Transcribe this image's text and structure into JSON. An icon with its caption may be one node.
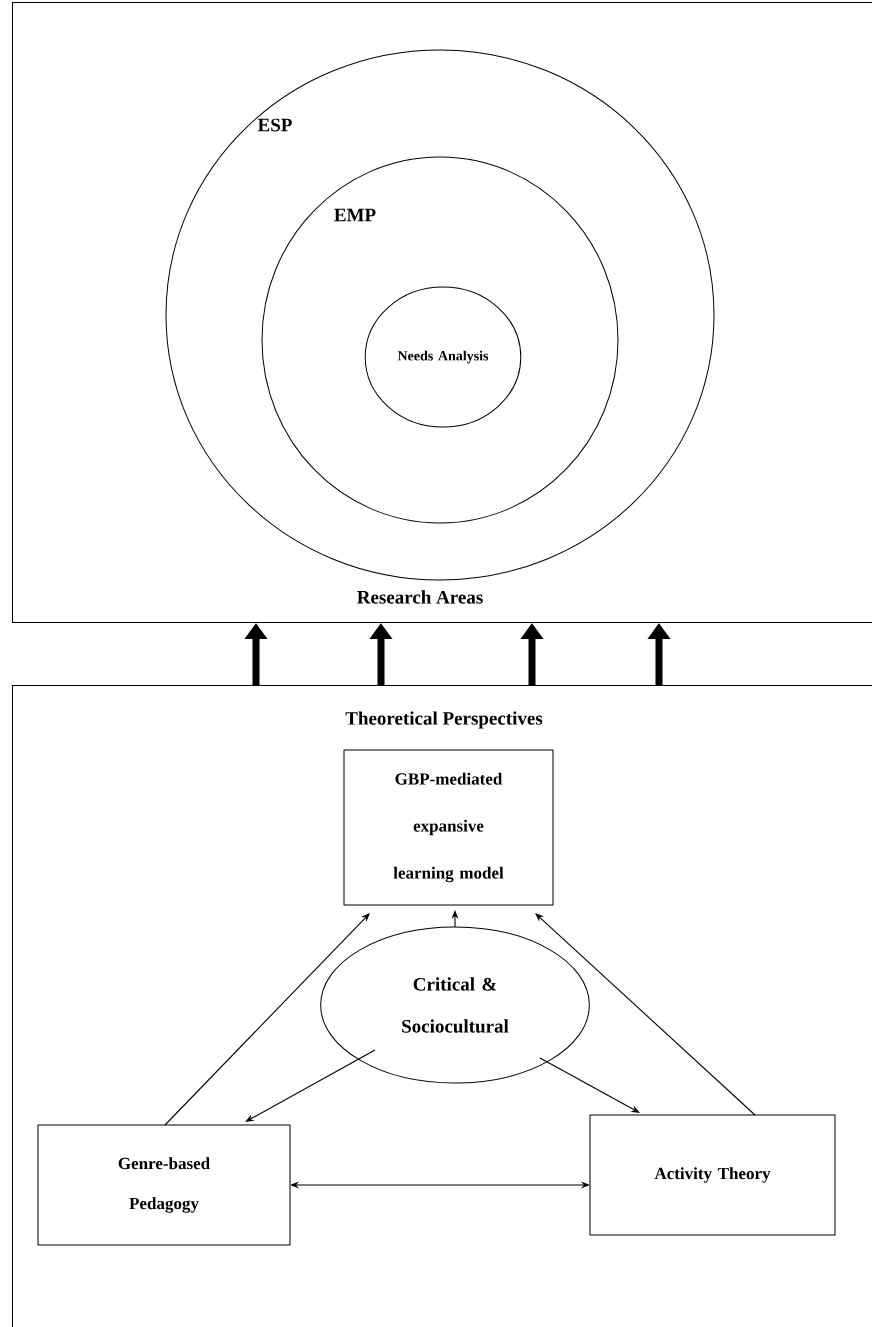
{
  "diagram": {
    "nodes": [
      {
        "text": [
          "Research Areas"
        ]
      },
      {
        "text": [
          "ESP"
        ],
        "in": 0
      },
      {
        "text": [
          "EMP"
        ],
        "in": 1
      },
      {
        "text": [
          "Needs Analysis"
        ],
        "in": 2
      },
      {
        "text": [
          "Theoretical Perspectives"
        ]
      },
      {
        "text": [
          "GBP-mediated expansive learning model"
        ],
        "in": 4
      },
      {
        "text": [
          "Critical & Sociocultural"
        ],
        "in": 4
      },
      {
        "text": [
          "Genre-based Pedagogy"
        ],
        "in": 4
      },
      {
        "text": [
          "Activity Theory"
        ],
        "in": 4
      }
    ],
    "edges": [
      {
        "from": 4,
        "to": 0,
        "arrow": "to",
        "style": "thick"
      },
      {
        "from": 4,
        "to": 0,
        "arrow": "to",
        "style": "thick"
      },
      {
        "from": 4,
        "to": 0,
        "arrow": "to",
        "style": "thick"
      },
      {
        "from": 4,
        "to": 0,
        "arrow": "to",
        "style": "thick"
      },
      {
        "from": 7,
        "to": 5,
        "arrow": "to"
      },
      {
        "from": 6,
        "to": 5,
        "arrow": "to"
      },
      {
        "from": 8,
        "to": 5,
        "arrow": "to"
      },
      {
        "from": 6,
        "to": 7,
        "arrow": "to"
      },
      {
        "from": 6,
        "to": 8,
        "arrow": "to"
      },
      {
        "from": 7,
        "to": 8,
        "arrow": "both"
      }
    ]
  }
}
